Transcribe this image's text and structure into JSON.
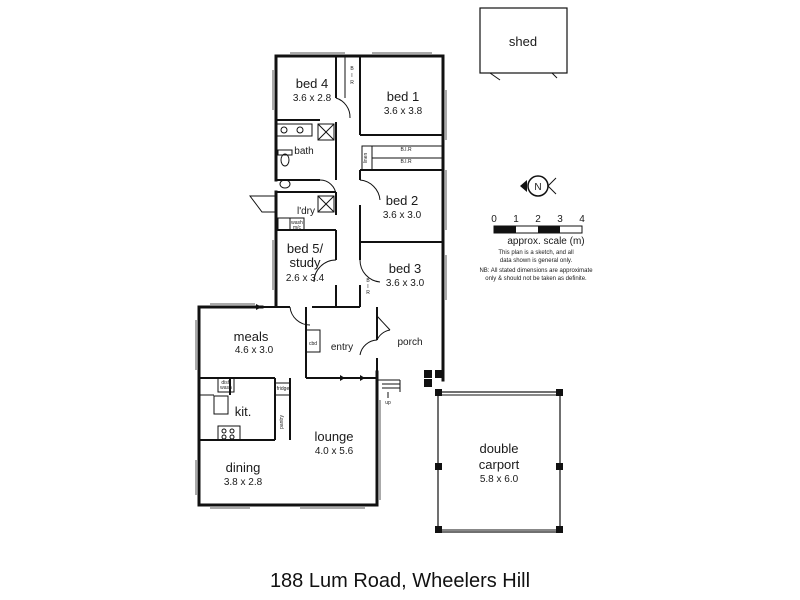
{
  "rooms": {
    "shed": {
      "name": "shed"
    },
    "bed4": {
      "name": "bed 4",
      "dims": "3.6 x 2.8"
    },
    "bed1": {
      "name": "bed 1",
      "dims": "3.6 x 3.8"
    },
    "bath": {
      "name": "bath"
    },
    "ldry": {
      "name": "l'dry"
    },
    "bed2": {
      "name": "bed 2",
      "dims": "3.6 x 3.0"
    },
    "bed5": {
      "name1": "bed 5/",
      "name2": "study",
      "dims": "2.6 x 3.4"
    },
    "bed3": {
      "name": "bed 3",
      "dims": "3.6 x 3.0"
    },
    "meals": {
      "name": "meals",
      "dims": "4.6 x 3.0"
    },
    "entry": {
      "name": "entry"
    },
    "porch": {
      "name": "porch"
    },
    "kit": {
      "name": "kit."
    },
    "lounge": {
      "name": "lounge",
      "dims": "4.0 x 5.6"
    },
    "dining": {
      "name": "dining",
      "dims": "3.8 x 2.8"
    },
    "carport": {
      "name1": "double",
      "name2": "carport",
      "dims": "5.8 x 6.0"
    }
  },
  "fixtures": {
    "bir": "B.I.R",
    "bir_a": "B",
    "bir_b": "I",
    "bir_c": "R",
    "linen": "linen",
    "wash": "wash",
    "mc": "m/c",
    "cbd": "cbd",
    "dish": "dish",
    "wash_b": "wash",
    "fridge": "fridge",
    "pantry": "pantry",
    "up": "up"
  },
  "compass": {
    "label": "N"
  },
  "scale": {
    "ticks": [
      "0",
      "1",
      "2",
      "3",
      "4"
    ],
    "label": "approx. scale (m)",
    "note1": "This plan is a sketch, and all",
    "note2": "data shown is general only.",
    "note3": "NB: All stated dimensions are approximate",
    "note4": "only & should not be taken as definite."
  },
  "address": "188 Lum Road, Wheelers Hill"
}
